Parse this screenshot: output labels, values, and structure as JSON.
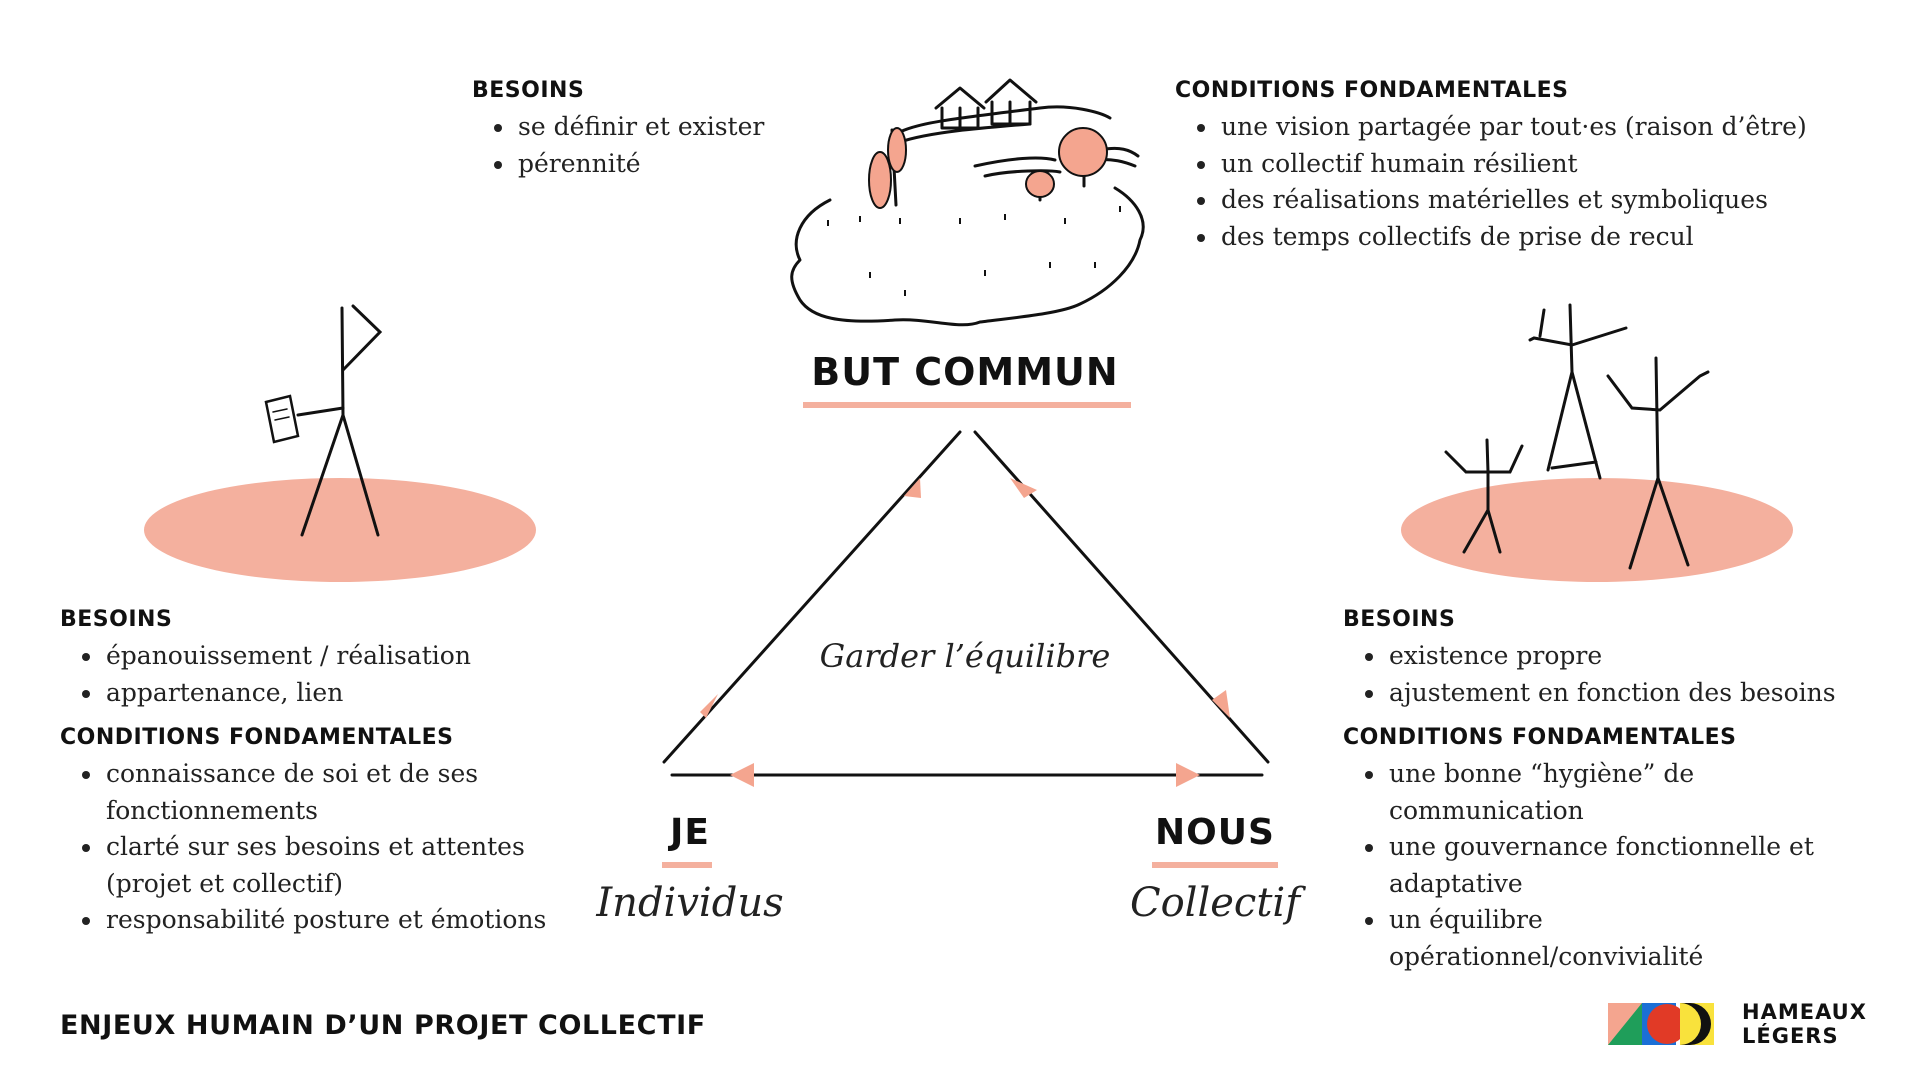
{
  "top": {
    "needs_heading": "BESOINS",
    "needs": [
      "se définir et exister",
      "pérennité"
    ],
    "conditions_heading": "CONDITIONS FONDAMENTALES",
    "conditions": [
      "une vision partagée par tout·es (raison d’être)",
      "un collectif humain résilient",
      "des réalisations matérielles et symboliques",
      "des temps collectifs de prise de recul"
    ],
    "label": "BUT COMMUN"
  },
  "left": {
    "needs_heading": "BESOINS",
    "needs": [
      "épanouissement / réalisation",
      "appartenance, lien"
    ],
    "conditions_heading": "CONDITIONS FONDAMENTALES",
    "conditions": [
      "connaissance de soi et de ses fonctionnements",
      "clarté sur ses besoins et attentes (projet et collectif)",
      "responsabilité posture et émotions"
    ],
    "label": "JE",
    "sublabel": "Individus"
  },
  "right": {
    "needs_heading": "BESOINS",
    "needs": [
      "existence propre",
      "ajustement en fonction des besoins"
    ],
    "conditions_heading": "CONDITIONS FONDAMENTALES",
    "conditions": [
      "une bonne “hygiène” de communication",
      "une gouvernance fonctionnelle et adaptative",
      "un équilibre opérationnel/convivialité"
    ],
    "label": "NOUS",
    "sublabel": "Collectif"
  },
  "center_text": "Garder l’équilibre",
  "footer_title": "ENJEUX HUMAIN D’UN PROJET COLLECTIF",
  "logo": {
    "line1": "HAMEAUX",
    "line2": "LÉGERS"
  },
  "colors": {
    "accent": "#f4b09e",
    "arrow": "#f4a58f",
    "ink": "#111111"
  }
}
